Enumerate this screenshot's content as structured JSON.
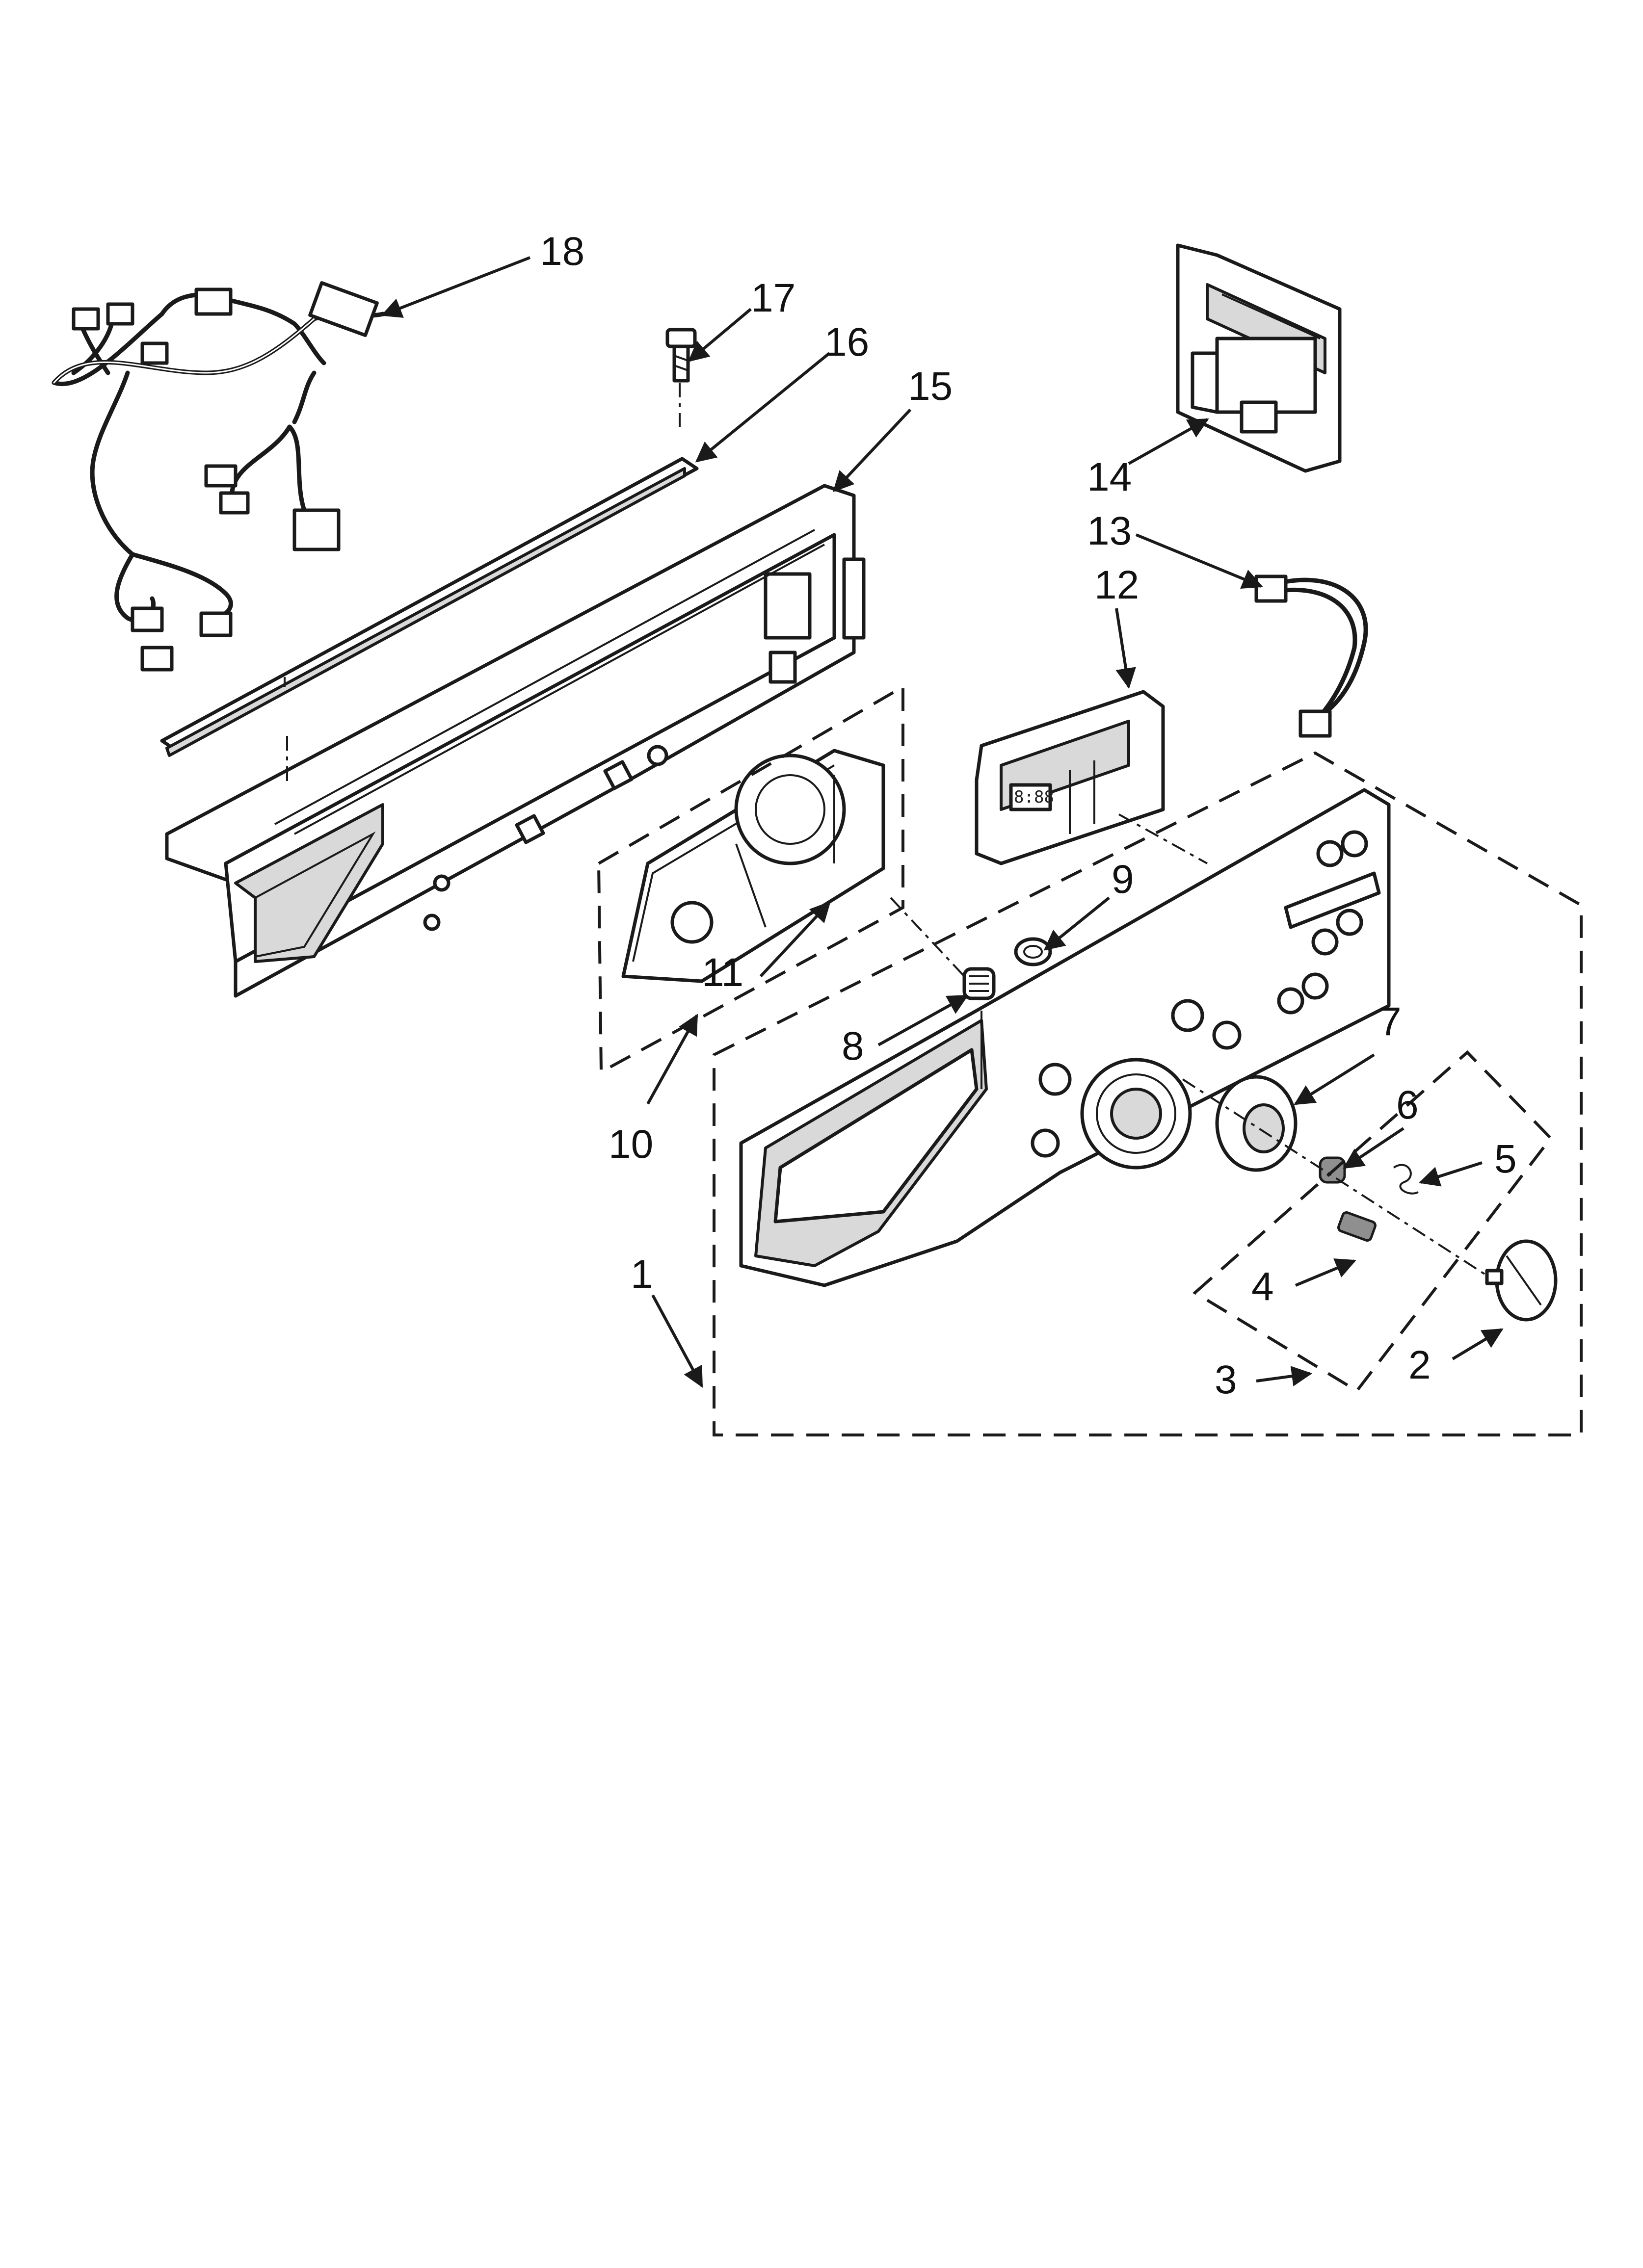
{
  "diagram": {
    "type": "exploded-parts-view",
    "callouts": [
      {
        "number": "1"
      },
      {
        "number": "2"
      },
      {
        "number": "3"
      },
      {
        "number": "4"
      },
      {
        "number": "5"
      },
      {
        "number": "6"
      },
      {
        "number": "7"
      },
      {
        "number": "8"
      },
      {
        "number": "9"
      },
      {
        "number": "10"
      },
      {
        "number": "11"
      },
      {
        "number": "12"
      },
      {
        "number": "13"
      },
      {
        "number": "14"
      },
      {
        "number": "15"
      },
      {
        "number": "16"
      },
      {
        "number": "17"
      },
      {
        "number": "18"
      }
    ],
    "display_text": "8:88"
  },
  "colors": {
    "line": "#1a1a1a",
    "background": "#ffffff",
    "shade": "#d9d9d9"
  }
}
